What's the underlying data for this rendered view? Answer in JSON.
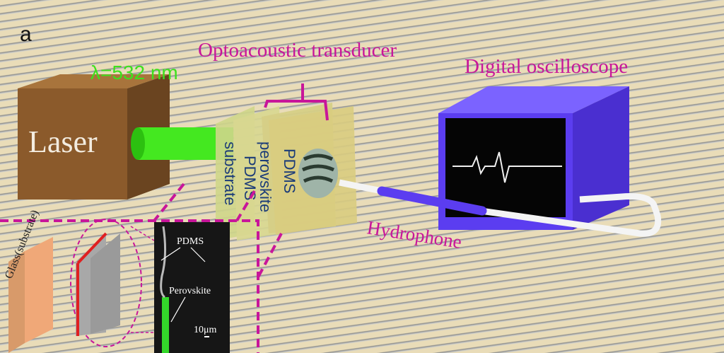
{
  "panel_label": "a",
  "laser": {
    "label": "Laser",
    "wavelength": "λ=532 nm"
  },
  "transducer": {
    "title": "Optoacoustic transducer",
    "layers": [
      "substrate",
      "PDMS",
      "perovskite",
      "PDMS"
    ]
  },
  "oscilloscope": {
    "title": "Digital oscilloscope"
  },
  "hydrophone": {
    "label": "Hydrophone"
  },
  "inset": {
    "glass_label": "Glass(substrate)",
    "sem_labels": {
      "pdms": "PDMS",
      "perovskite": "Perovskite",
      "scale": "10μm"
    }
  },
  "colors": {
    "magenta": "#c8169a",
    "green": "#3ee01e",
    "layer_text": "#1c3c78",
    "purple": "#5b3df0",
    "laser": "#8b5a2b"
  }
}
